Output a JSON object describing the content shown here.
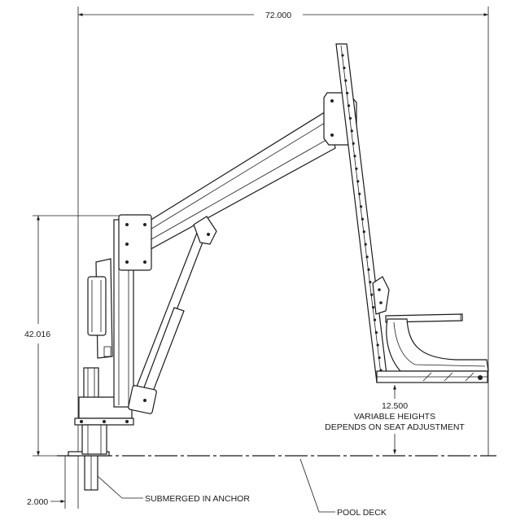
{
  "dimensions": {
    "overall_width": "72.000",
    "height": "42.016",
    "anchor_depth": "2.000",
    "seat_height": "12.500"
  },
  "annotations": {
    "seat_note_line1": "VARIABLE HEIGHTS",
    "seat_note_line2": "DEPENDS ON SEAT ADJUSTMENT",
    "anchor_label": "SUBMERGED IN ANCHOR",
    "deck_label": "POOL DECK"
  }
}
